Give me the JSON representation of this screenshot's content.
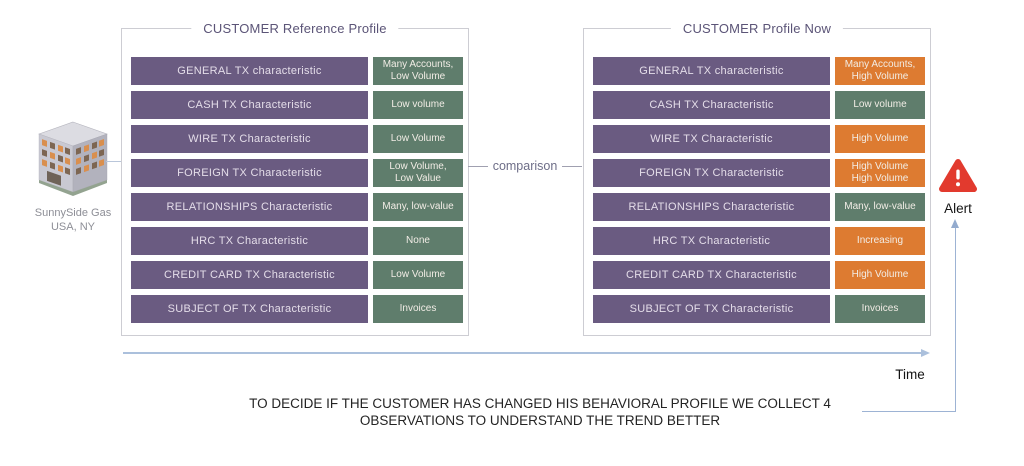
{
  "colors": {
    "characteristic_purple": "#6a5b81",
    "normal_green": "#5f7d6c",
    "changed_orange": "#dd7b31",
    "alert_red": "#e23a2e",
    "axis_blue": "#abc0dc"
  },
  "entity": {
    "name": "SunnySide Gas",
    "location": "USA, NY",
    "icon": "building-icon"
  },
  "reference_panel": {
    "title": "CUSTOMER Reference Profile",
    "rows": [
      {
        "label": "GENERAL TX characteristic",
        "value": "Many Accounts,\nLow Volume",
        "status": "normal"
      },
      {
        "label": "CASH TX Characteristic",
        "value": "Low volume",
        "status": "normal"
      },
      {
        "label": "WIRE TX Characteristic",
        "value": "Low Volume",
        "status": "normal"
      },
      {
        "label": "FOREIGN TX Characteristic",
        "value": "Low Volume,\nLow Value",
        "status": "normal"
      },
      {
        "label": "RELATIONSHIPS Characteristic",
        "value": "Many, low-value",
        "status": "normal"
      },
      {
        "label": "HRC TX Characteristic",
        "value": "None",
        "status": "normal"
      },
      {
        "label": "CREDIT CARD TX Characteristic",
        "value": "Low Volume",
        "status": "normal"
      },
      {
        "label": "SUBJECT OF TX Characteristic",
        "value": "Invoices",
        "status": "normal"
      }
    ]
  },
  "now_panel": {
    "title": "CUSTOMER Profile Now",
    "rows": [
      {
        "label": "GENERAL TX characteristic",
        "value": "Many Accounts,\nHigh Volume",
        "status": "changed"
      },
      {
        "label": "CASH TX Characteristic",
        "value": "Low volume",
        "status": "normal"
      },
      {
        "label": "WIRE TX Characteristic",
        "value": "High Volume",
        "status": "changed"
      },
      {
        "label": "FOREIGN TX Characteristic",
        "value": "High Volume\nHigh Volume",
        "status": "changed"
      },
      {
        "label": "RELATIONSHIPS Characteristic",
        "value": "Many, low-value",
        "status": "normal"
      },
      {
        "label": "HRC TX Characteristic",
        "value": "Increasing",
        "status": "changed"
      },
      {
        "label": "CREDIT CARD TX Characteristic",
        "value": "High Volume",
        "status": "changed"
      },
      {
        "label": "SUBJECT OF TX Characteristic",
        "value": "Invoices",
        "status": "normal"
      }
    ]
  },
  "comparison_label": "comparison",
  "alert": {
    "label": "Alert",
    "icon": "warning-triangle-icon"
  },
  "time_label": "Time",
  "footnote": {
    "line1": "TO DECIDE IF THE CUSTOMER HAS CHANGED HIS BEHAVIORAL PROFILE WE COLLECT 4",
    "line2": "OBSERVATIONS TO UNDERSTAND THE TREND BETTER"
  }
}
